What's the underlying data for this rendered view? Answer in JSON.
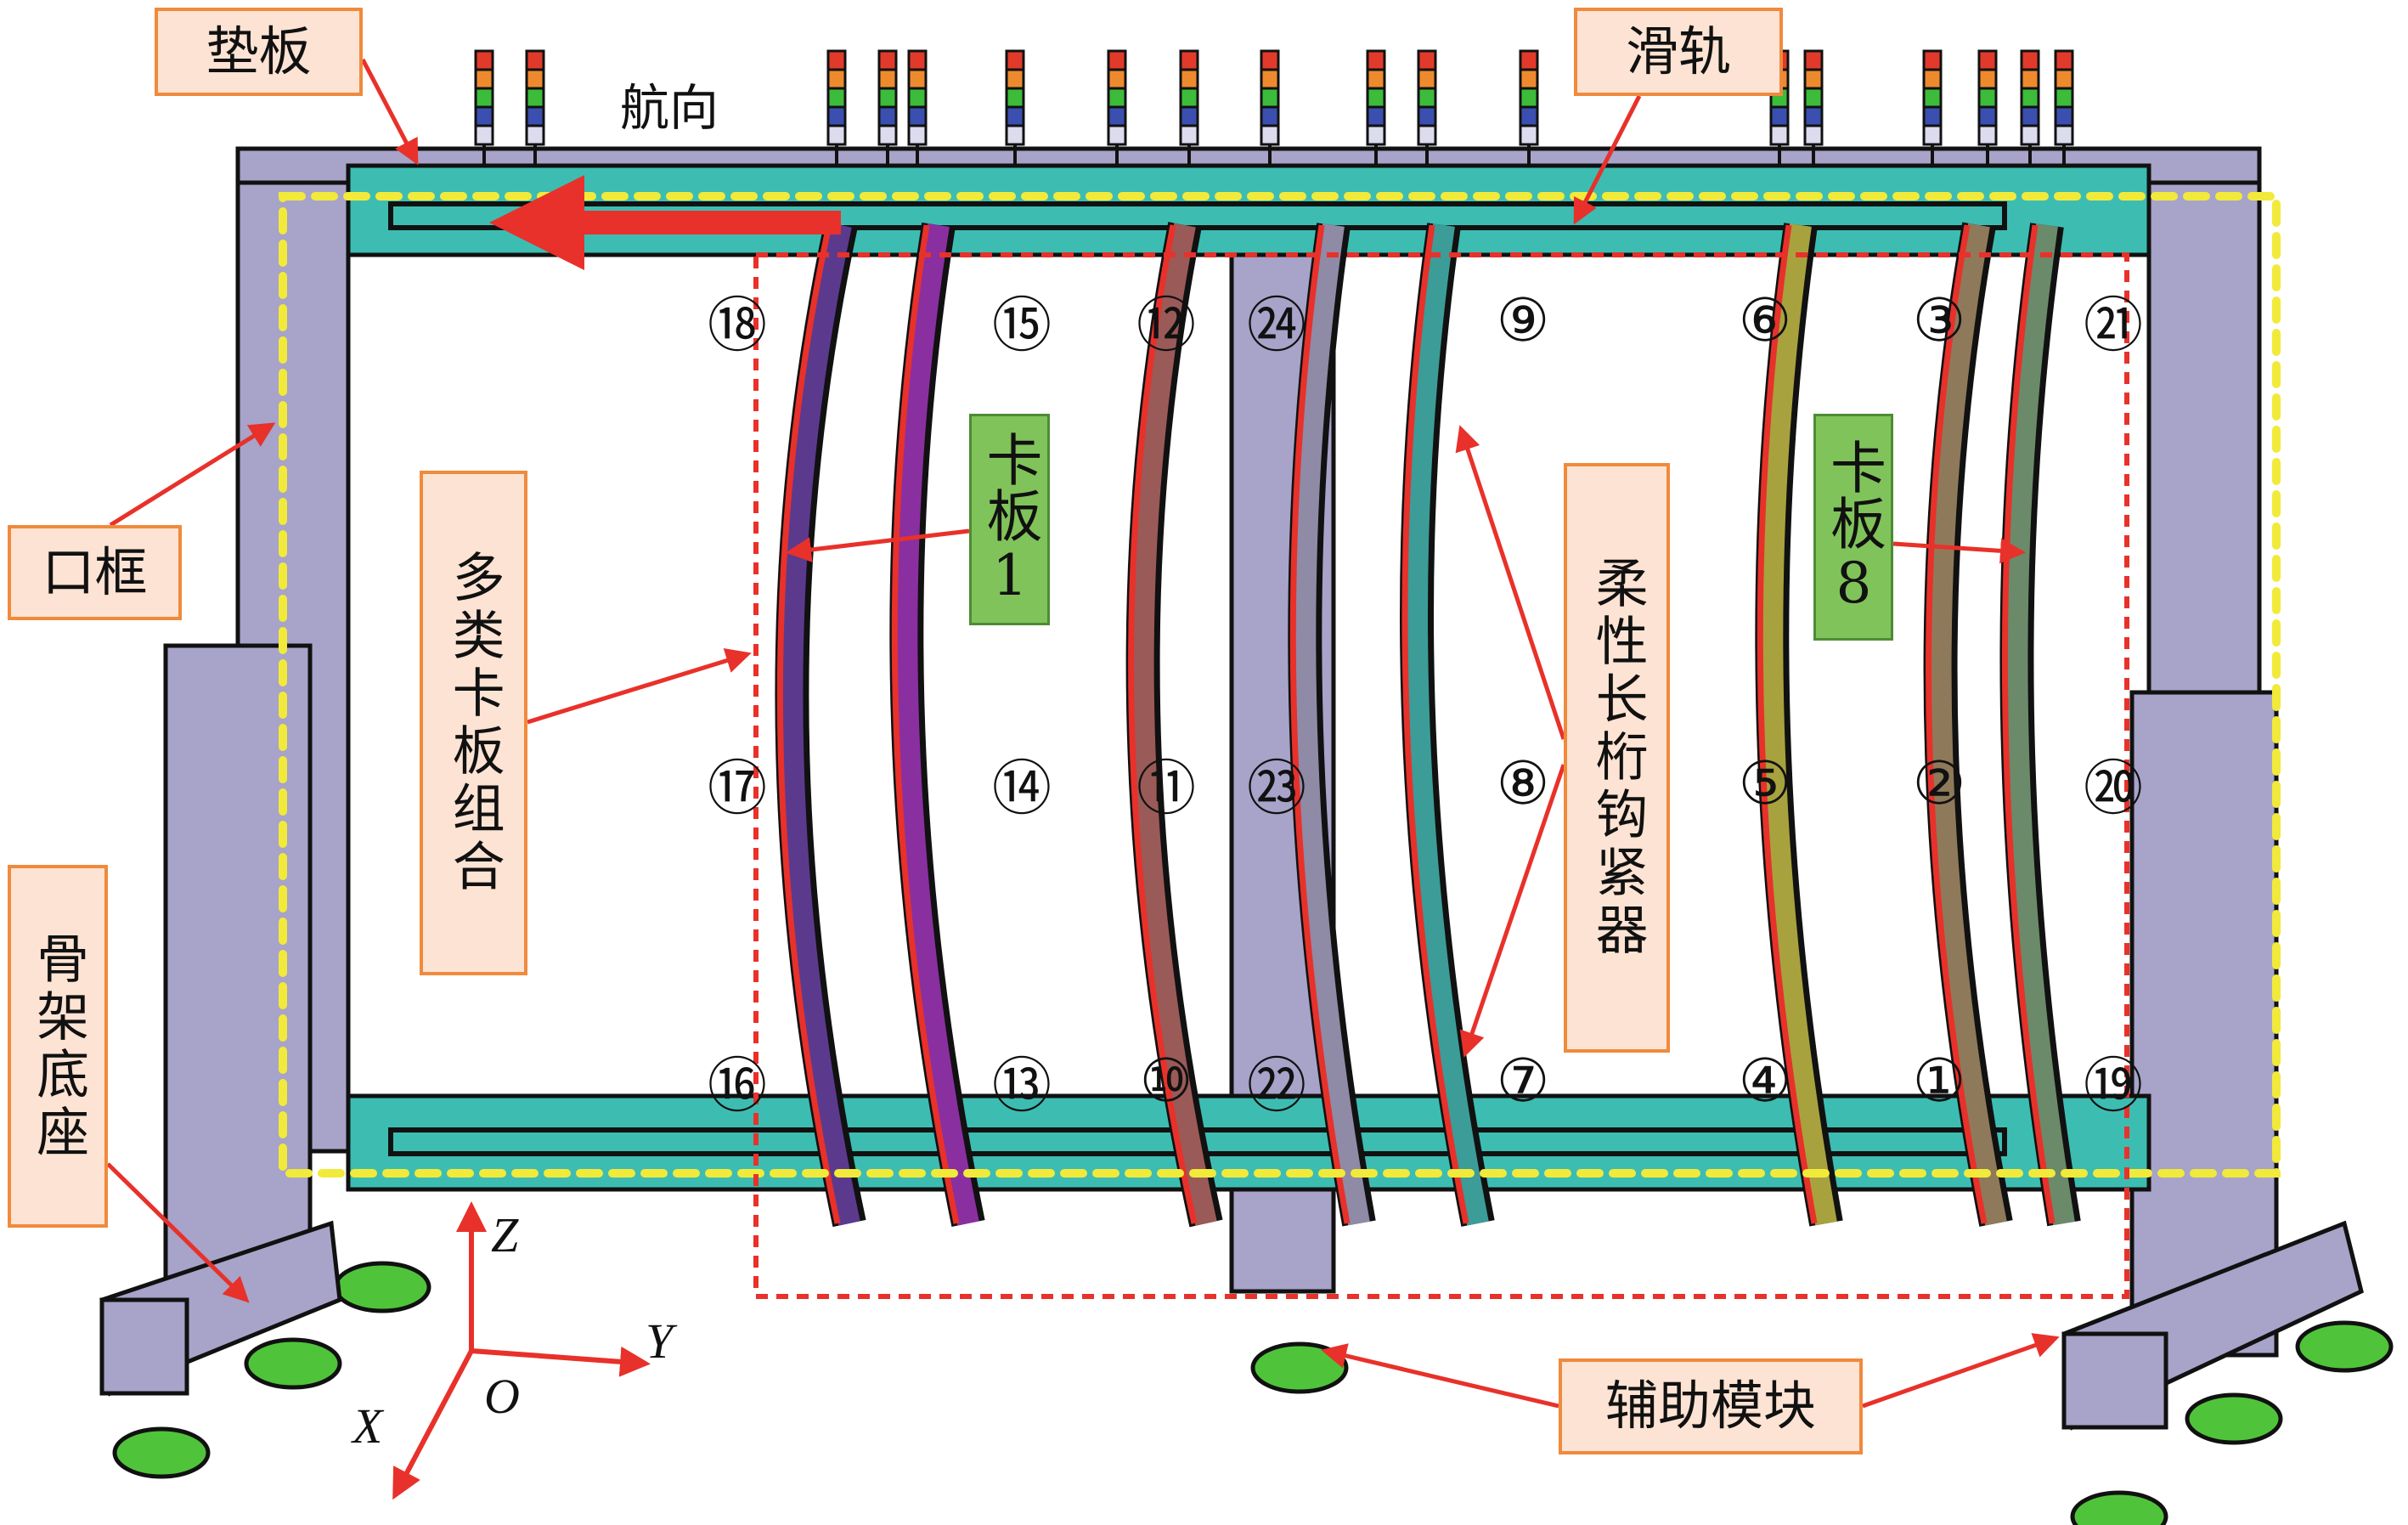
{
  "title_direction": "航向",
  "labels": {
    "pad_plate": "垫板",
    "slide_rail": "滑轨",
    "door_frame": "口框",
    "skeleton_base": "骨架底座",
    "multi_card_assembly": "多类卡板组合",
    "card_board_1": "卡板1",
    "card_board_8": "卡板8",
    "flexible_stringer_hook": "柔性长桁钩紧器",
    "auxiliary_module": "辅助模块"
  },
  "axes": {
    "z": "Z",
    "y": "Y",
    "x": "X",
    "origin": "O"
  },
  "position_numbers": {
    "top_row": [
      "⑱",
      "⑮",
      "⑫",
      "㉔",
      "⑨",
      "⑥",
      "③",
      "㉑"
    ],
    "middle_row": [
      "⑰",
      "⑭",
      "⑪",
      "㉓",
      "⑧",
      "⑤",
      "②",
      "⑳"
    ],
    "bottom_row": [
      "⑯",
      "⑬",
      "⑩",
      "㉒",
      "⑦",
      "④",
      "①",
      "⑲"
    ]
  },
  "colors": {
    "label_fill": "#fde3d3",
    "label_border": "#f08a3c",
    "card_label_fill": "#80c35a",
    "frame": "#a7a3c9",
    "rail": "#3dbdb2",
    "arrow": "#e8312a",
    "yellow_dash": "#f2ea3a",
    "red_dash": "#e8312a",
    "feet": "#4fc43a"
  },
  "card_boards": [
    {
      "color": "#5b3a8e"
    },
    {
      "color": "#8a2fa0"
    },
    {
      "color": "#9a5a58"
    },
    {
      "color": "#8f8aa6"
    },
    {
      "color": "#3c9c98"
    },
    {
      "color": "#a7a23e"
    },
    {
      "color": "#8e7a5a"
    },
    {
      "color": "#6b8a6a"
    }
  ]
}
